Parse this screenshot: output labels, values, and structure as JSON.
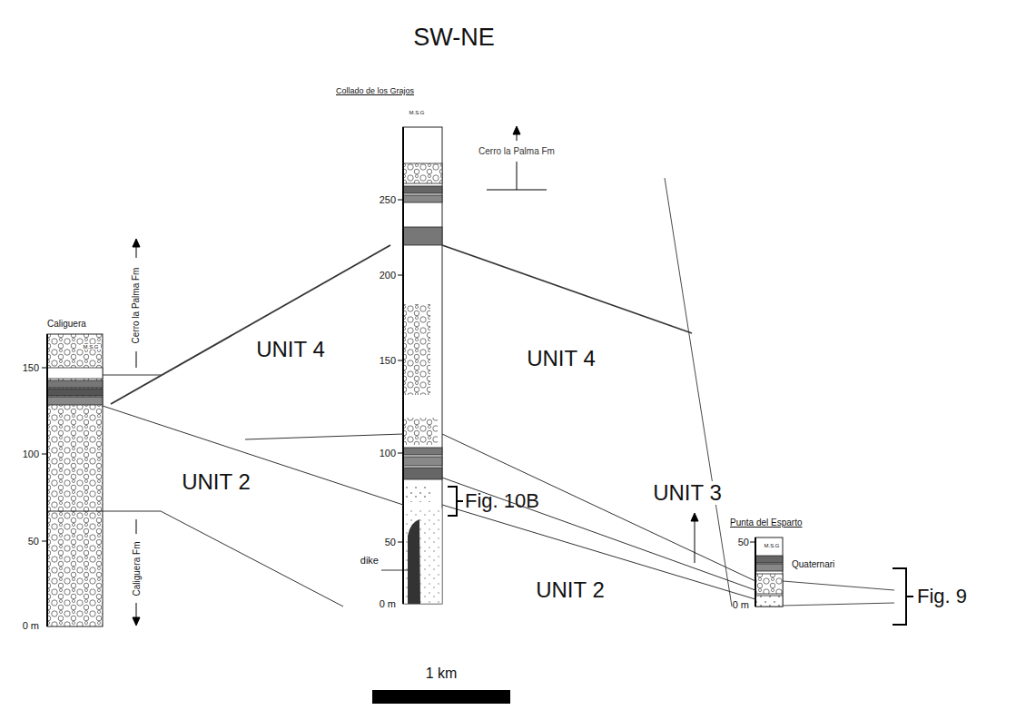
{
  "diagram": {
    "title": "SW-NE",
    "labels": [
      "Collado de los Grajos",
      "M.S.G",
      "Cerro la Palma Fm",
      "Caliguera",
      "M.S.G",
      "Cerro la Palma Fm",
      "Caliguera Fm",
      "150",
      "100",
      "50",
      "0 m",
      "250",
      "200",
      "150",
      "100",
      "50",
      "0 m",
      "UNIT 4",
      "UNIT 4",
      "UNIT 2",
      "UNIT 2",
      "UNIT 3",
      "Fig. 10B",
      "dike",
      "Punta del Esparto",
      "M.S.G",
      "50",
      "0 m",
      "Quaternari",
      "Fig. 9",
      "1 km"
    ]
  }
}
